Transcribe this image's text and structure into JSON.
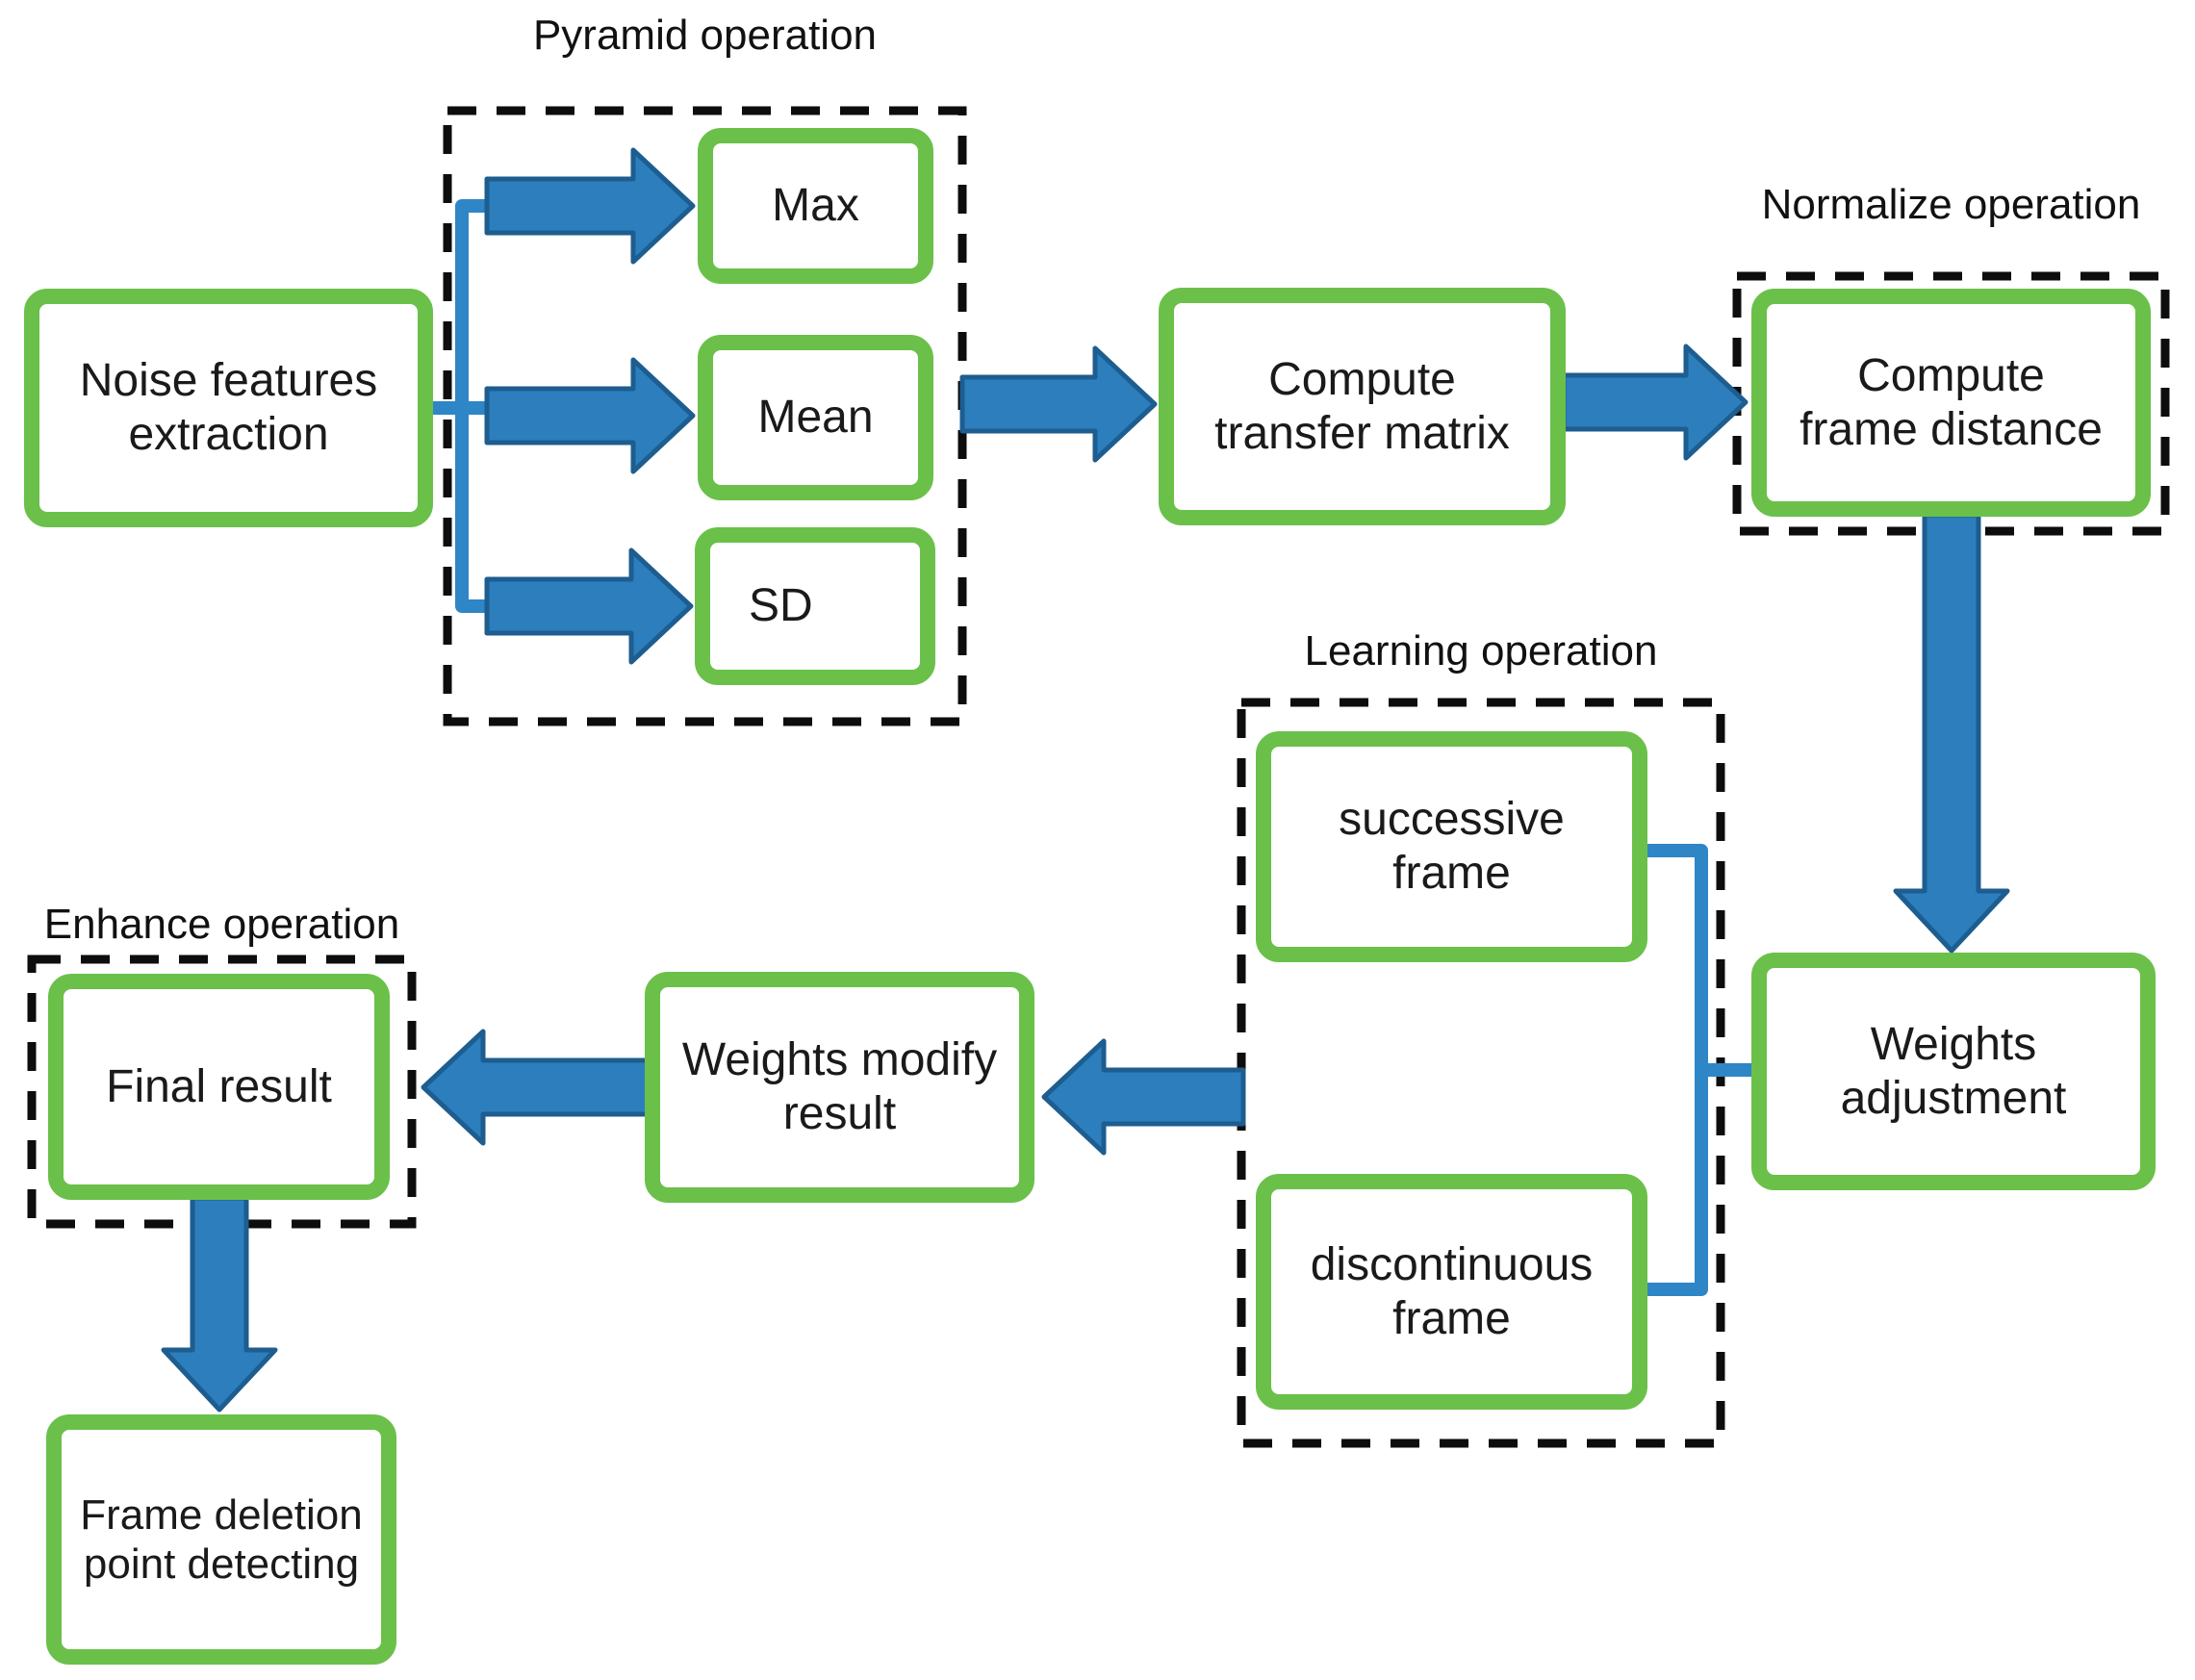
{
  "figure": {
    "background": "#ffffff",
    "groups": {
      "pyramid": {
        "label": "Pyramid operation"
      },
      "normalize": {
        "label": "Normalize operation"
      },
      "learning": {
        "label": "Learning operation"
      },
      "enhance": {
        "label": "Enhance operation"
      }
    },
    "nodes": {
      "noise_features": {
        "label": [
          "Noise features",
          "extraction"
        ]
      },
      "max": {
        "label": [
          "Max"
        ]
      },
      "mean": {
        "label": [
          "Mean"
        ]
      },
      "sd": {
        "label": [
          "SD"
        ]
      },
      "transfer_matrix": {
        "label": [
          "Compute",
          "transfer matrix"
        ]
      },
      "frame_distance": {
        "label": [
          "Compute",
          "frame distance"
        ]
      },
      "successive": {
        "label": [
          "successive",
          "frame"
        ]
      },
      "discontinuous": {
        "label": [
          "discontinuous",
          "frame"
        ]
      },
      "weights_adjustment": {
        "label": [
          "Weights",
          "adjustment"
        ]
      },
      "weights_modify": {
        "label": [
          "Weights modify",
          "result"
        ]
      },
      "final_result": {
        "label": [
          "Final result"
        ]
      },
      "frame_deletion": {
        "label": [
          "Frame deletion",
          "point detecting"
        ]
      }
    },
    "edges": [
      {
        "from": "noise_features",
        "to": "max",
        "style": "block-arrow"
      },
      {
        "from": "noise_features",
        "to": "mean",
        "style": "block-arrow"
      },
      {
        "from": "noise_features",
        "to": "sd",
        "style": "block-arrow"
      },
      {
        "from": "pyramid_group",
        "to": "transfer_matrix",
        "style": "block-arrow"
      },
      {
        "from": "transfer_matrix",
        "to": "frame_distance",
        "style": "block-arrow"
      },
      {
        "from": "frame_distance",
        "to": "weights_adjustment",
        "style": "block-arrow"
      },
      {
        "from": "successive",
        "to": "weights_adjustment",
        "style": "line-bracket"
      },
      {
        "from": "discontinuous",
        "to": "weights_adjustment",
        "style": "line-bracket"
      },
      {
        "from": "learning_group",
        "to": "weights_modify",
        "style": "block-arrow"
      },
      {
        "from": "weights_modify",
        "to": "final_result",
        "style": "block-arrow"
      },
      {
        "from": "final_result",
        "to": "frame_deletion",
        "style": "block-arrow"
      }
    ],
    "colors": {
      "node_border": "#6bc04a",
      "arrow_fill": "#2d7ebd",
      "arrow_outline": "#1d5d8f",
      "connector": "#2e86c6",
      "group_border": "#0d0d0d",
      "text": "#1a1a1a"
    }
  }
}
